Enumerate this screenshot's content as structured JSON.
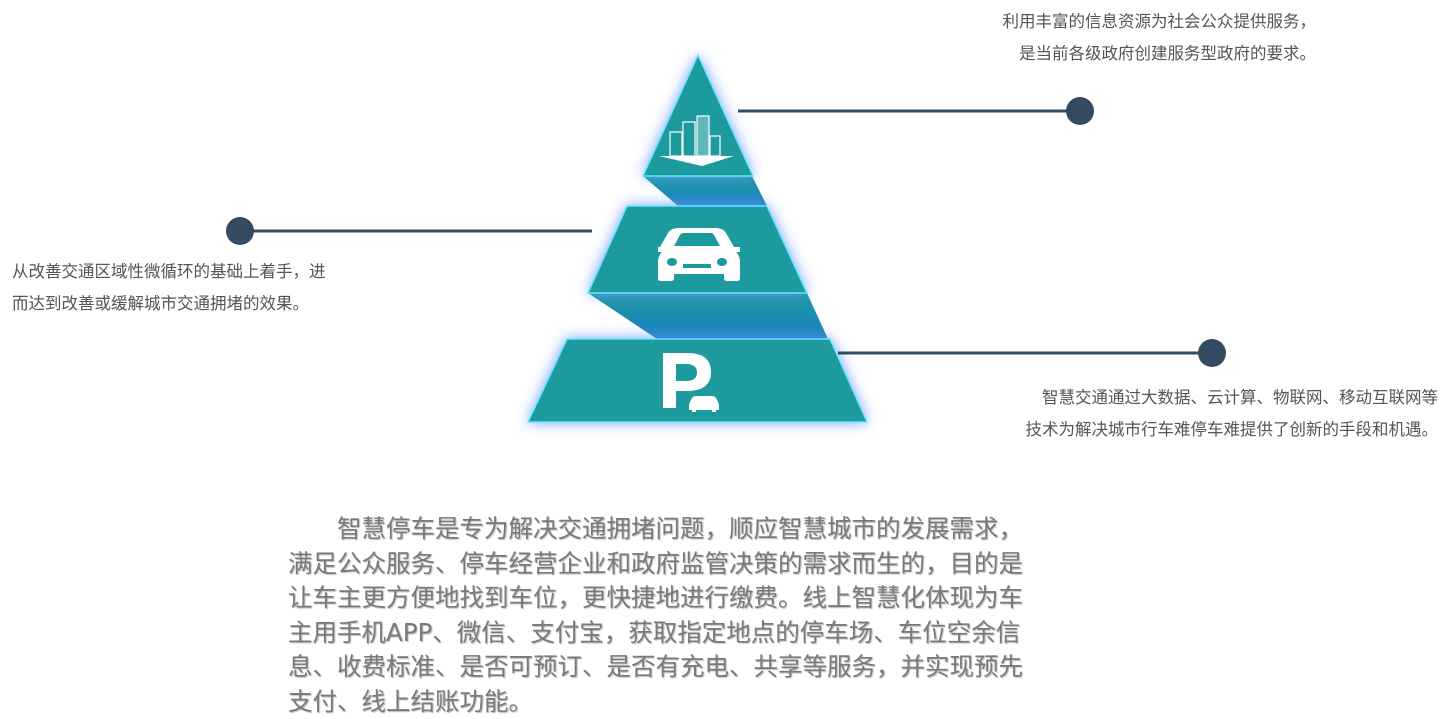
{
  "colors": {
    "tier_fill": "#1b9a9e",
    "connector": "#1a86c0",
    "glow": "#6f9bff",
    "edge": "#66e6ff",
    "leader": "#334a60"
  },
  "tiers": [
    {
      "icon": "city-buildings-icon",
      "note_lines": [
        "利用丰富的信息资源为社会公众提供服务，",
        "是当前各级政府创建服务型政府的要求。"
      ]
    },
    {
      "icon": "car-icon",
      "note_lines": [
        "从改善交通区域性微循环的基础上着手，进",
        "而达到改善或缓解城市交通拥堵的效果。"
      ]
    },
    {
      "icon": "parking-icon",
      "note_lines": [
        "智慧交通通过大数据、云计算、物联网、移动互联网等",
        "技术为解决城市行车难停车难提供了创新的手段和机遇。"
      ]
    }
  ],
  "paragraph_lines": [
    "　　智慧停车是专为解决交通拥堵问题，顺应智慧城市的发展需求，",
    "满足公众服务、停车经营企业和政府监管决策的需求而生的，目的是",
    "让车主更方便地找到车位，更快捷地进行缴费。线上智慧化体现为车",
    "主用手机APP、微信、支付宝，获取指定地点的停车场、车位空余信",
    "息、收费标准、是否可预订、是否有充电、共享等服务，并实现预先",
    "支付、线上结账功能。"
  ]
}
